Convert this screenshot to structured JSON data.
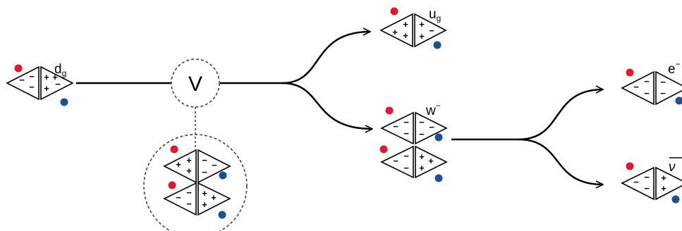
{
  "colors": {
    "red_dot": "#e0182d",
    "blue_dot": "#1d4f91",
    "line": "#000000",
    "dashed": "#444444"
  },
  "vertex": {
    "label": "V"
  },
  "particles": {
    "dg": {
      "label": "d",
      "subscript": "g",
      "left": [
        "−",
        "−",
        "−"
      ],
      "right": [
        "+",
        "+",
        "+",
        "−"
      ]
    },
    "ug": {
      "label": "u",
      "subscript": "g",
      "left": [
        "+",
        "+",
        "+"
      ],
      "right": [
        "+",
        "+",
        "−"
      ]
    },
    "wm": {
      "label": "w",
      "superscript": "−",
      "top_left": [
        "−",
        "−",
        "−"
      ],
      "top_right": [
        "−",
        "−",
        "−"
      ],
      "bot_left": [
        "−",
        "−",
        "−"
      ],
      "bot_right": [
        "+",
        "+",
        "+"
      ]
    },
    "em": {
      "label": "e",
      "superscript": "−",
      "left": [
        "−",
        "−",
        "−"
      ],
      "right": [
        "−",
        "−"
      ]
    },
    "nub": {
      "label": "ν",
      "left": [
        "−",
        "−",
        "−"
      ],
      "right": [
        "+",
        "+"
      ]
    },
    "loop": {
      "top_left": [
        "+",
        "+",
        "+"
      ],
      "top_right": [
        "−",
        "−",
        "−"
      ],
      "bot_left": [
        "−",
        "−",
        "−"
      ],
      "bot_right": [
        "+",
        "+",
        "+"
      ]
    }
  }
}
